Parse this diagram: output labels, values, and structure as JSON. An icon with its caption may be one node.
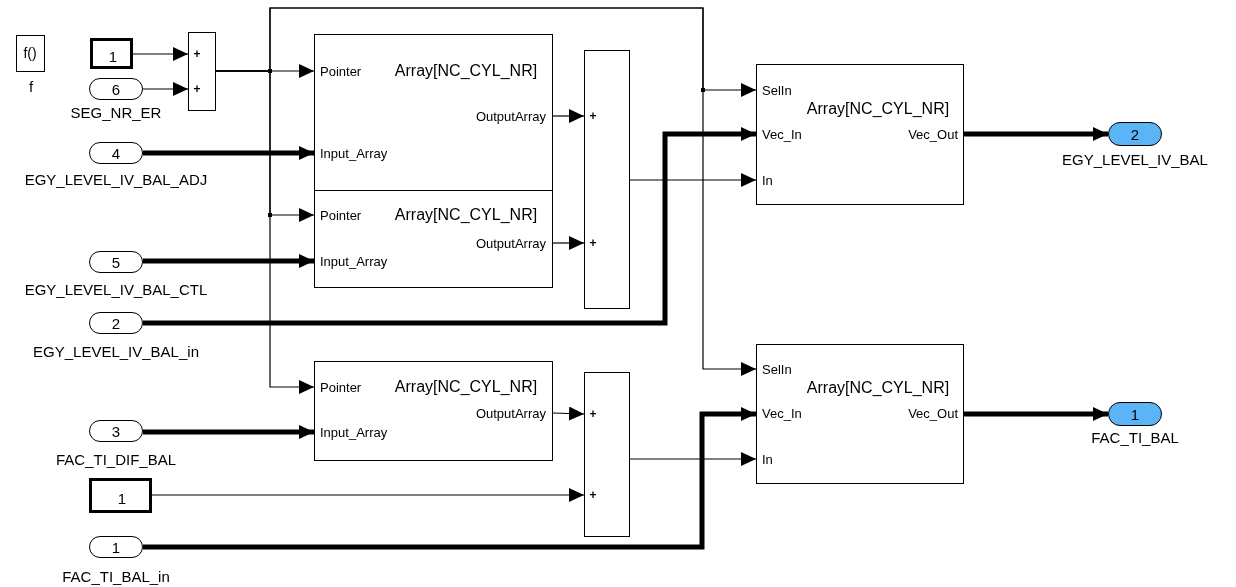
{
  "diagram": {
    "nodes": [
      {
        "text": [
          "f()"
        ],
        "beside": [
          "f"
        ]
      },
      {
        "text": [
          "1"
        ]
      },
      {
        "text": [
          "6"
        ],
        "beside": [
          "SEG_NR_ER"
        ]
      },
      {
        "text": [
          "+",
          "+"
        ]
      },
      {
        "text": [
          "4"
        ],
        "beside": [
          "EGY_LEVEL_IV_BAL_ADJ"
        ]
      },
      {
        "text": [
          "5"
        ],
        "beside": [
          "EGY_LEVEL_IV_BAL_CTL"
        ]
      },
      {
        "text": [
          "2"
        ],
        "beside": [
          "EGY_LEVEL_IV_BAL_in"
        ]
      },
      {
        "text": [
          "3"
        ],
        "beside": [
          "FAC_TI_DIF_BAL"
        ]
      },
      {
        "text": [
          "1"
        ]
      },
      {
        "text": [
          "1"
        ],
        "beside": [
          "FAC_TI_BAL_in"
        ]
      },
      {
        "text": [
          "Pointer",
          "Array[NC_CYL_NR]",
          "OutputArray",
          "Input_Array"
        ]
      },
      {
        "text": [
          "Pointer",
          "Array[NC_CYL_NR]",
          "OutputArray",
          "Input_Array"
        ]
      },
      {
        "text": [
          "Pointer",
          "Array[NC_CYL_NR]",
          "OutputArray",
          "Input_Array"
        ]
      },
      {
        "text": [
          "+",
          "+"
        ]
      },
      {
        "text": [
          "+",
          "+"
        ]
      },
      {
        "text": [
          "SelIn",
          "Array[NC_CYL_NR]",
          "Vec_In",
          "Vec_Out",
          "In"
        ]
      },
      {
        "text": [
          "SelIn",
          "Array[NC_CYL_NR]",
          "Vec_In",
          "Vec_Out",
          "In"
        ]
      },
      {
        "text": [
          "2"
        ],
        "beside": [
          "EGY_LEVEL_IV_BAL"
        ]
      },
      {
        "text": [
          "1"
        ],
        "beside": [
          "FAC_TI_BAL"
        ]
      }
    ],
    "edges": [
      {
        "from": 1,
        "to": 3,
        "arrow": "to"
      },
      {
        "from": 2,
        "to": 3,
        "arrow": "to"
      },
      {
        "from": 3,
        "to": 10,
        "arrow": "to"
      },
      {
        "from": 3,
        "to": 11,
        "arrow": "to"
      },
      {
        "from": 3,
        "to": 12,
        "arrow": "to"
      },
      {
        "from": 3,
        "to": 15,
        "arrow": "to"
      },
      {
        "from": 3,
        "to": 16,
        "arrow": "to"
      },
      {
        "from": 4,
        "to": 10,
        "arrow": "to",
        "style": "thick"
      },
      {
        "from": 5,
        "to": 11,
        "arrow": "to",
        "style": "thick"
      },
      {
        "from": 10,
        "to": 13,
        "arrow": "to"
      },
      {
        "from": 11,
        "to": 13,
        "arrow": "to"
      },
      {
        "from": 13,
        "to": 15,
        "arrow": "to"
      },
      {
        "from": 6,
        "to": 15,
        "arrow": "to",
        "style": "thick"
      },
      {
        "from": 7,
        "to": 12,
        "arrow": "to",
        "style": "thick"
      },
      {
        "from": 12,
        "to": 14,
        "arrow": "to"
      },
      {
        "from": 8,
        "to": 14,
        "arrow": "to"
      },
      {
        "from": 14,
        "to": 16,
        "arrow": "to"
      },
      {
        "from": 9,
        "to": 16,
        "arrow": "to",
        "style": "thick"
      },
      {
        "from": 15,
        "to": 17,
        "arrow": "to",
        "style": "thick"
      },
      {
        "from": 16,
        "to": 18,
        "arrow": "to",
        "style": "thick"
      }
    ]
  }
}
